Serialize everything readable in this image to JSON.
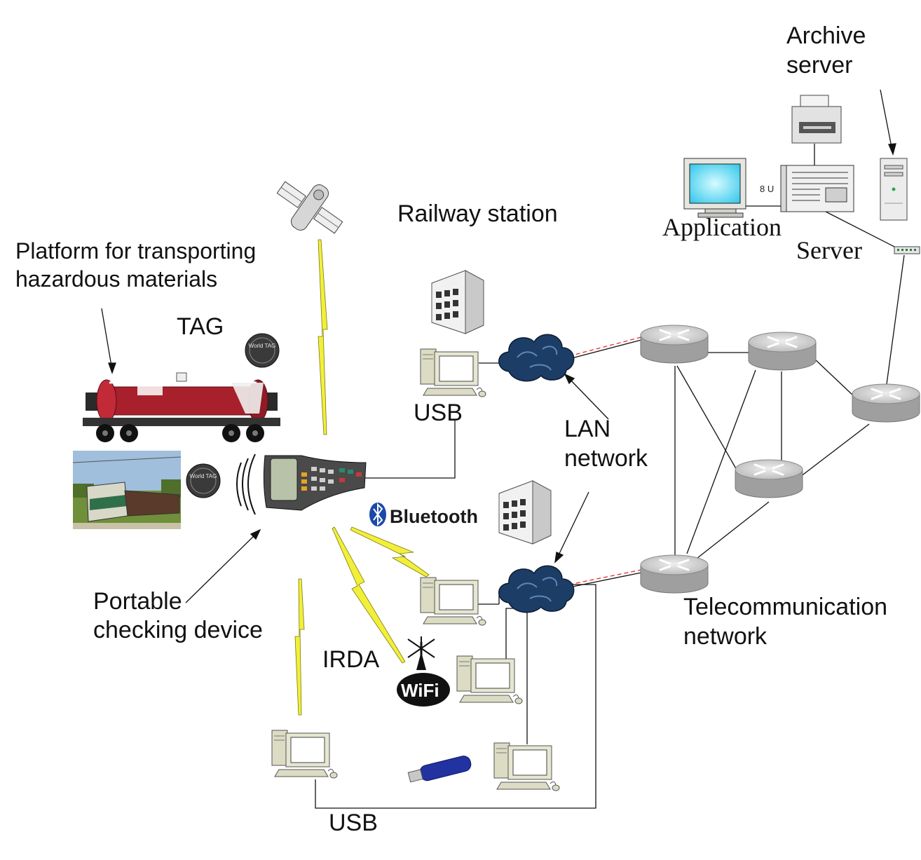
{
  "labels": {
    "archive_server_line1": "Archive",
    "archive_server_line2": "server",
    "railway_station": "Railway station",
    "platform_line1": "Platform for transporting",
    "platform_line2": "hazardous materials",
    "tag": "TAG",
    "application": "Application",
    "server": "Server",
    "usb_top": "USB",
    "lan_line1": "LAN",
    "lan_line2": "network",
    "bluetooth": "Bluetooth",
    "portable_line1": "Portable",
    "portable_line2": "checking device",
    "irda": "IRDA",
    "telecom_line1": "Telecommunication",
    "telecom_line2": "network",
    "usb_bottom": "USB",
    "wifi": "WiFi",
    "rack_units": "8 U",
    "tag_badge": "World TAG"
  },
  "colors": {
    "link_red_dashed": "#e03030",
    "lightning": "#f2ef3a",
    "router": "#c8c8c8",
    "cloud": "#1c3d66",
    "monitor_screen": "#46d6f2",
    "tank_car": "#a8202c"
  }
}
